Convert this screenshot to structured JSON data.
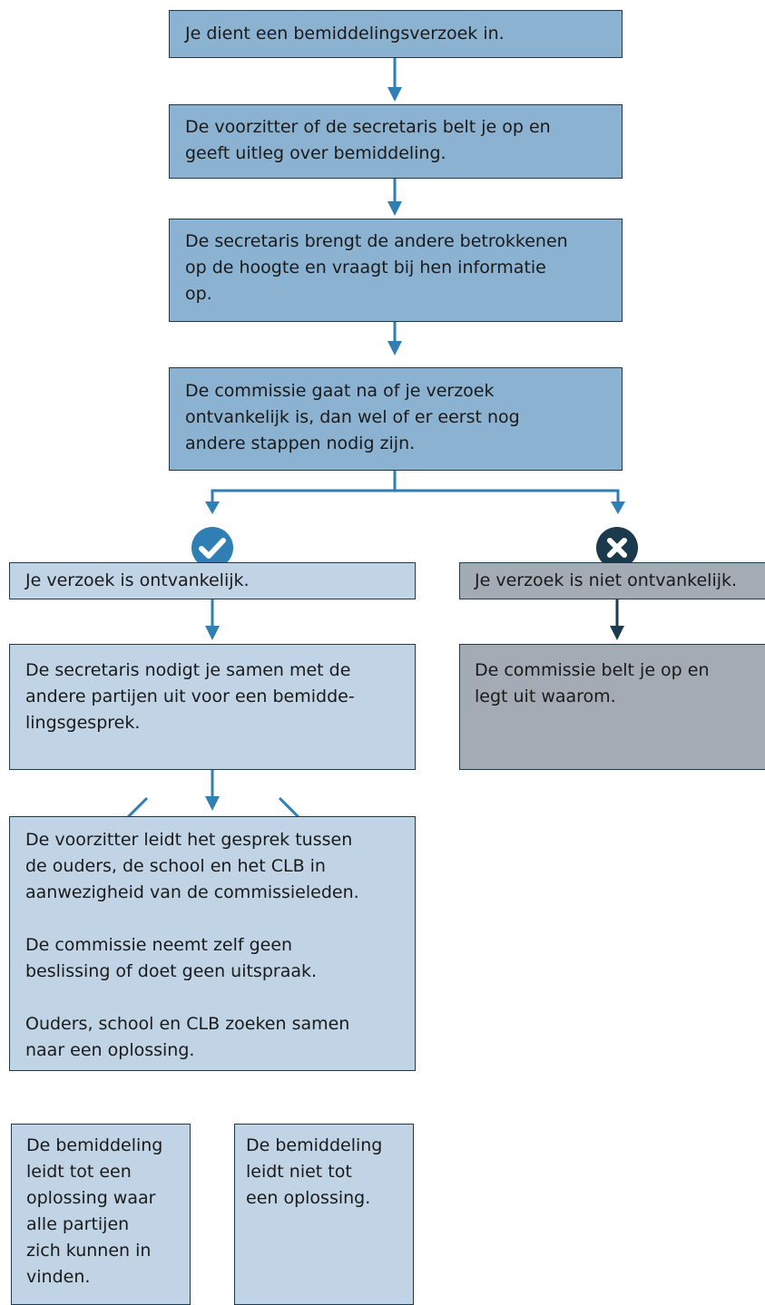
{
  "steps": {
    "s1": "Je dient een bemiddelingsverzoek in.",
    "s2": [
      "De voorzitter of de secretaris belt je op en",
      "geeft uitleg over bemiddeling."
    ],
    "s3": [
      "De secretaris brengt de andere betrokkenen",
      "op de hoogte en vraagt bij hen informatie",
      "op."
    ],
    "s4": [
      "De commissie gaat na of je verzoek",
      "ontvankelijk is, dan wel of er eerst nog",
      "andere stappen nodig zijn."
    ]
  },
  "accepted": {
    "icon": "check-circle-icon",
    "icon_color": "#2f7fb4",
    "title": "Je verzoek is ontvankelijk.",
    "invite": [
      "De secretaris nodigt je samen met de",
      "andere partijen uit voor een bemidde-",
      "lingsgesprek."
    ],
    "conversation": {
      "p1": [
        "De voorzitter leidt het gesprek tussen",
        "de ouders, de school en het CLB in",
        "aanwezigheid van de commissieleden."
      ],
      "p2": [
        "De commissie neemt zelf geen",
        "beslissing of doet geen uitspraak."
      ],
      "p3": [
        "Ouders, school en CLB zoeken samen",
        "naar een oplossing."
      ]
    },
    "outcome_yes": [
      "De bemiddeling",
      "leidt tot een",
      "oplossing waar",
      "alle partijen",
      "zich kunnen in",
      "vinden."
    ],
    "outcome_no": [
      "De bemiddeling",
      "leidt niet tot",
      "een oplossing."
    ]
  },
  "rejected": {
    "icon": "close-circle-icon",
    "icon_color": "#1c3a4d",
    "title": "Je verzoek is niet ontvankelijk.",
    "explain": [
      "De commissie belt je op en",
      "legt uit waarom."
    ]
  },
  "colors": {
    "dark_box": "#8bb2d1",
    "light_box": "#c0d4e6",
    "grey_box": "#a5abb4",
    "arrow_blue": "#2f7fb4",
    "arrow_dark": "#1c3a4d"
  }
}
